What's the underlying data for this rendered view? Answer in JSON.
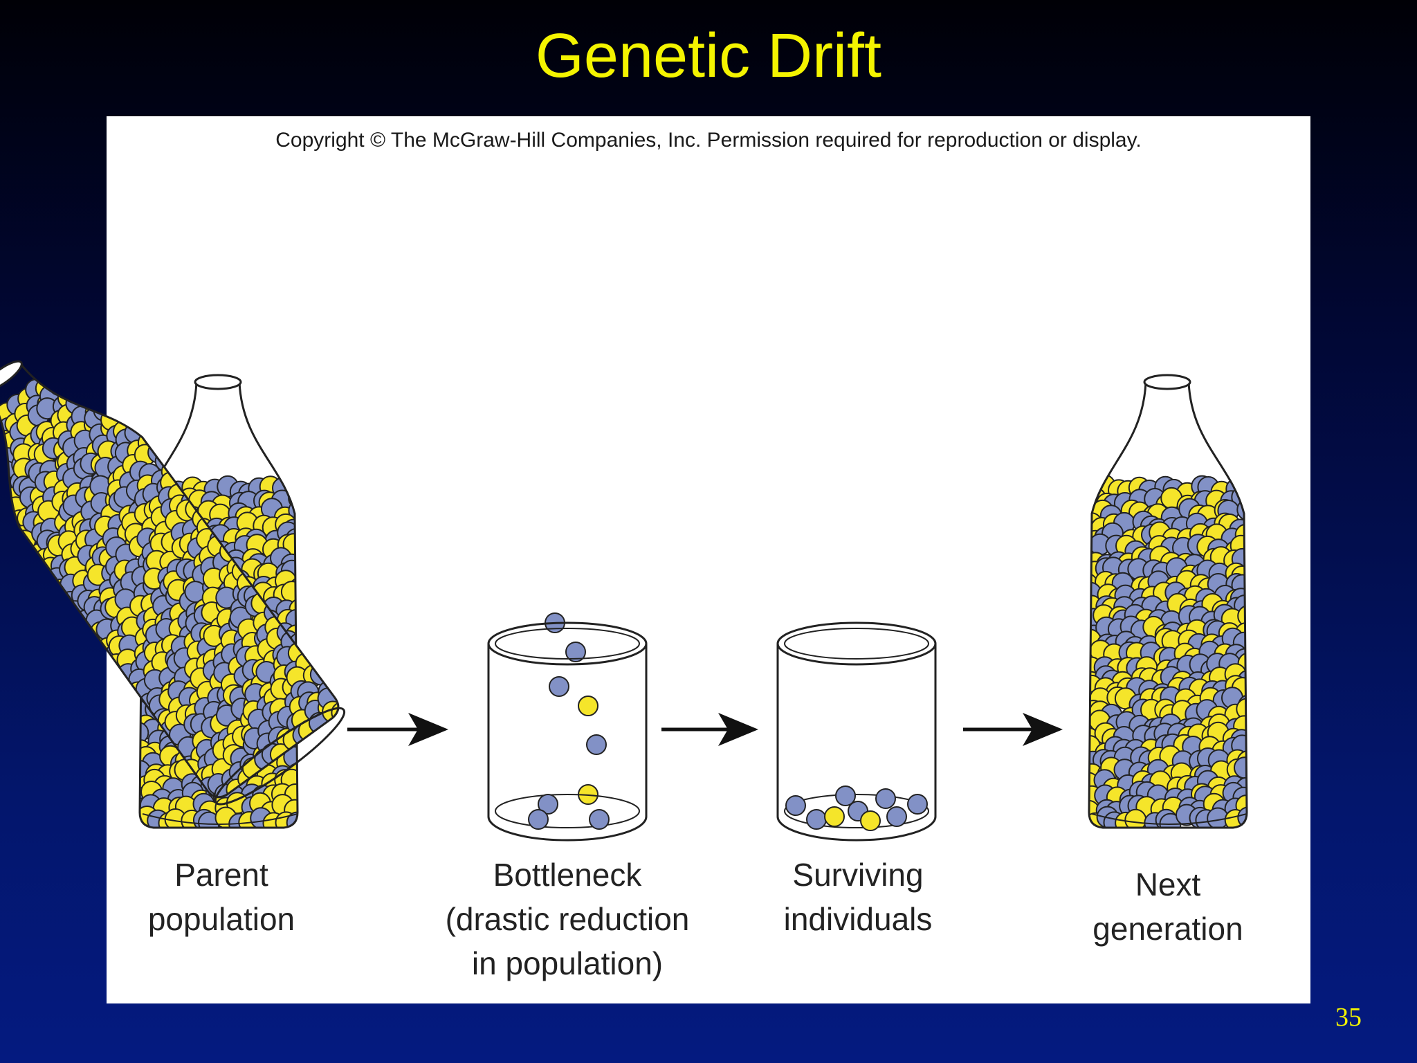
{
  "slide": {
    "title": "Genetic Drift",
    "page_number": "35"
  },
  "figure": {
    "copyright": "Copyright © The McGraw-Hill Companies, Inc. Permission required for reproduction or display.",
    "stages": [
      {
        "line1": "Parent",
        "line2": "population",
        "line3": ""
      },
      {
        "line1": "Bottleneck",
        "line2": "(drastic reduction",
        "line3": "in population)"
      },
      {
        "line1": "Surviving",
        "line2": "individuals",
        "line3": ""
      },
      {
        "line1": "Next",
        "line2": "generation",
        "line3": ""
      }
    ]
  },
  "colors": {
    "title": "#f4f400",
    "bead_yellow": "#f5e52a",
    "bead_blue": "#8291c6",
    "outline": "#222222"
  }
}
